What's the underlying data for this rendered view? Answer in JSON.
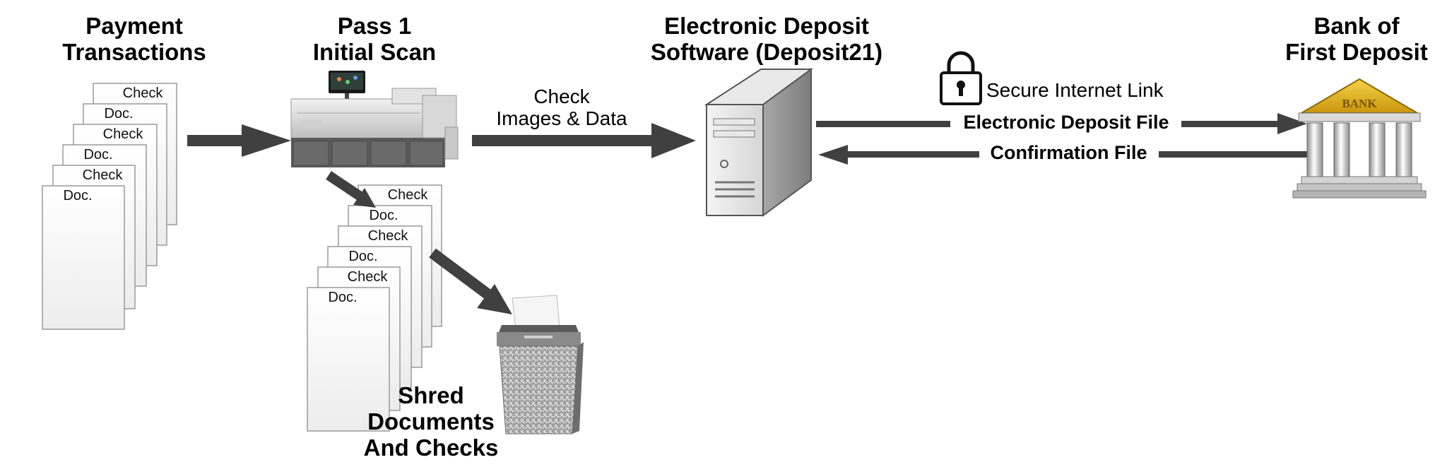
{
  "headings": {
    "payment": [
      "Payment",
      "Transactions"
    ],
    "pass1": [
      "Pass 1",
      "Initial Scan"
    ],
    "software": [
      "Electronic Deposit",
      "Software (Deposit21)"
    ],
    "bank": [
      "Bank of",
      "First Deposit"
    ],
    "shred": [
      "Shred",
      "Documents",
      "And Checks"
    ]
  },
  "edge_labels": {
    "check_images": [
      "Check",
      "Images & Data"
    ],
    "secure_link": "Secure Internet Link",
    "deposit_file": "Electronic Deposit File",
    "confirmation_file": "Confirmation File"
  },
  "document_stack": {
    "labels": [
      "Check",
      "Doc.",
      "Check",
      "Doc.",
      "Check",
      "Doc."
    ]
  },
  "bank_sign": "BANK",
  "colors": {
    "arrow": "#404040",
    "paper": "#ffffff",
    "paper_edge": "#9a9a9a",
    "bank_roof": "#e8b820"
  },
  "icons": [
    "scanner-icon",
    "server-icon",
    "padlock-icon",
    "bank-icon",
    "shredder-icon"
  ]
}
